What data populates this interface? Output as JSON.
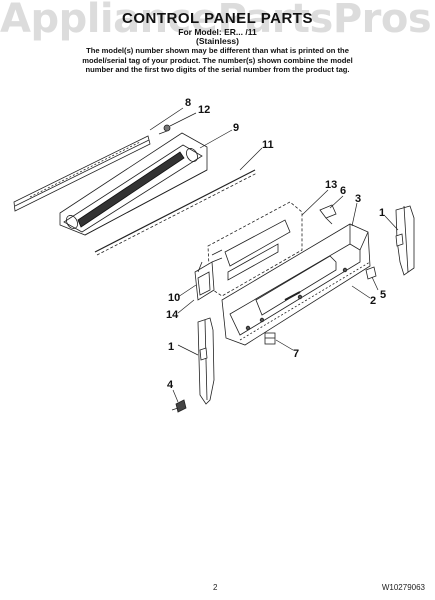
{
  "watermark": "AppliancePartsPros.com",
  "header": {
    "title": "CONTROL PANEL PARTS",
    "model_line": "For Model: ER... /11",
    "finish": "(Stainless)",
    "notes": [
      "The model(s) number shown may be different than what is printed on the",
      "model/serial tag of your product. The number(s) shown combine the model",
      "number and the first two digits of the serial number from the product tag."
    ]
  },
  "callouts": [
    "8",
    "12",
    "9",
    "11",
    "13",
    "6",
    "3",
    "1",
    "1",
    "10",
    "14",
    "2",
    "5",
    "7",
    "4"
  ],
  "footer": {
    "page_number": "2",
    "doc_number": "W10279063"
  }
}
